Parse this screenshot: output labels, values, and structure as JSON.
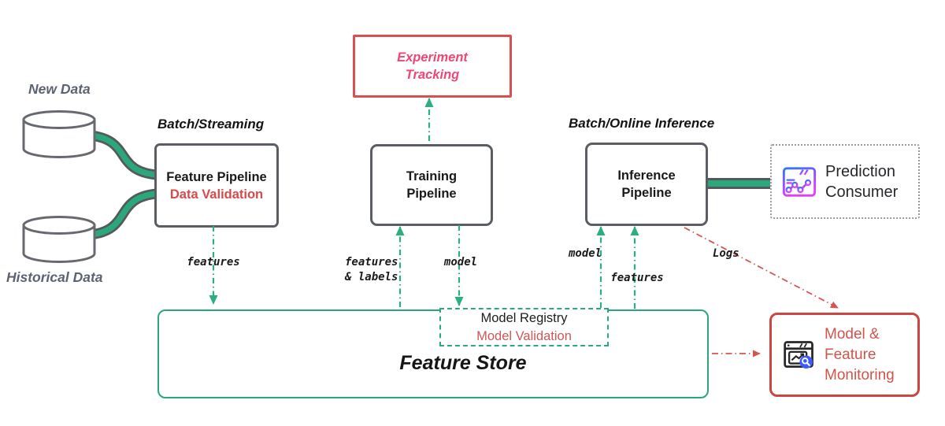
{
  "diagram": {
    "sources": {
      "new_data_label": "New Data",
      "historical_data_label": "Historical Data"
    },
    "feature_pipeline": {
      "heading": "Batch/Streaming",
      "title": "Feature Pipeline",
      "subtitle": "Data Validation"
    },
    "experiment_tracking": {
      "title": "Experiment\nTracking"
    },
    "training_pipeline": {
      "title": "Training\nPipeline"
    },
    "inference_pipeline": {
      "heading": "Batch/Online Inference",
      "title": "Inference\nPipeline"
    },
    "prediction_consumer": {
      "title": "Prediction\nConsumer",
      "icon": "browser-analytics-gradient-icon"
    },
    "feature_store": {
      "title": "Feature Store"
    },
    "model_registry": {
      "title": "Model Registry",
      "subtitle": "Model Validation"
    },
    "monitoring": {
      "title": "Model &\nFeature\nMonitoring",
      "icon": "browser-chart-magnifier-icon"
    },
    "edge_labels": {
      "features_from_feature_pipeline": "features",
      "features_and_labels": "features\n& labels",
      "model_to_registry": "model",
      "model_to_inference": "model",
      "features_to_inference": "features",
      "logs": "Logs"
    },
    "colors": {
      "green": "#2aa87b",
      "red_dash": "#d9534f",
      "experiment_border": "#d95050",
      "experiment_text": "#ef4676",
      "data_validation_red": "#d84949",
      "model_validation_red": "#cd5757",
      "monitoring_red": "#cc453e",
      "box_border_gray": "#5a5e63",
      "source_label_gray": "#5b6372",
      "icon_blue": "#2979ff",
      "icon_magenta": "#e040fb",
      "magnifier_badge_blue": "#3d5afe"
    }
  }
}
